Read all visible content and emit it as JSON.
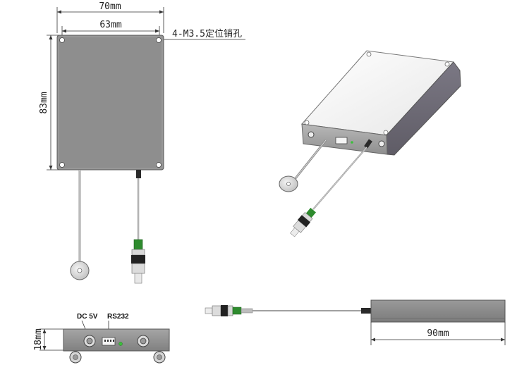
{
  "dimensions": {
    "width_total": "70mm",
    "width_holes": "63mm",
    "height": "83mm",
    "depth": "18mm",
    "length": "90mm"
  },
  "callout": {
    "holes": "4-M3.5定位销孔"
  },
  "ports": {
    "power": "DC 5V",
    "serial": "RS232"
  }
}
